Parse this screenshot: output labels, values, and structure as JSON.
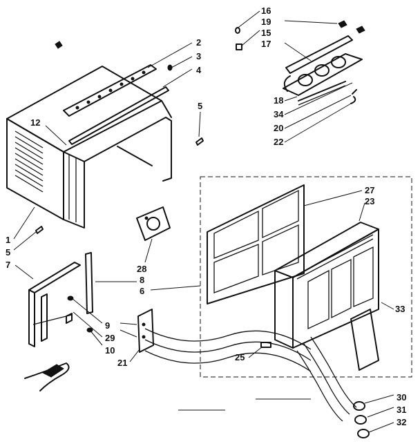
{
  "callouts": [
    "16",
    "19",
    "15",
    "17",
    "2",
    "3",
    "4",
    "5",
    "12",
    "18",
    "34",
    "20",
    "22",
    "27",
    "23",
    "1",
    "5",
    "7",
    "28",
    "8",
    "6",
    "33",
    "9",
    "29",
    "10",
    "21",
    "25",
    "30",
    "31",
    "32"
  ]
}
